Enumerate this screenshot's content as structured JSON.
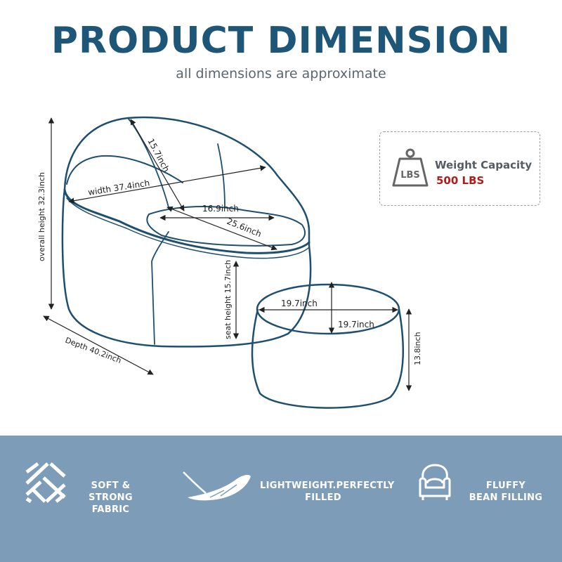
{
  "header": {
    "title": "PRODUCT DIMENSION",
    "subtitle": "all dimensions are approximate"
  },
  "weight_capacity": {
    "icon": "weight-lbs-icon",
    "icon_text": "LBS",
    "label": "Weight Capacity",
    "value": "500 LBS",
    "value_color": "#b01c1c"
  },
  "dimensions": {
    "overall_height": "overall height 32.3inch",
    "width": "width 37.4inch",
    "back_depth": "15.7inch",
    "seat_width": "16.9inch",
    "seat_diagonal": "25.6inch",
    "seat_height": "seat height 15.7inch",
    "depth": "Depth 40.2inch",
    "ottoman_width": "19.7inch",
    "ottoman_depth": "19.7inch",
    "ottoman_height": "13.8inch"
  },
  "features": [
    {
      "icon": "fabric-weave-icon",
      "label": "SOFT &\nSTRONG FABRIC"
    },
    {
      "icon": "feather-icon",
      "label": "LIGHTWEIGHT.PERFECTLY\nFILLED"
    },
    {
      "icon": "armchair-icon",
      "label": "FLUFFY\nBEAN FILLING"
    }
  ],
  "colors": {
    "title": "#1e5678",
    "outline": "#1f4f6e",
    "band": "#7d9cb8"
  }
}
